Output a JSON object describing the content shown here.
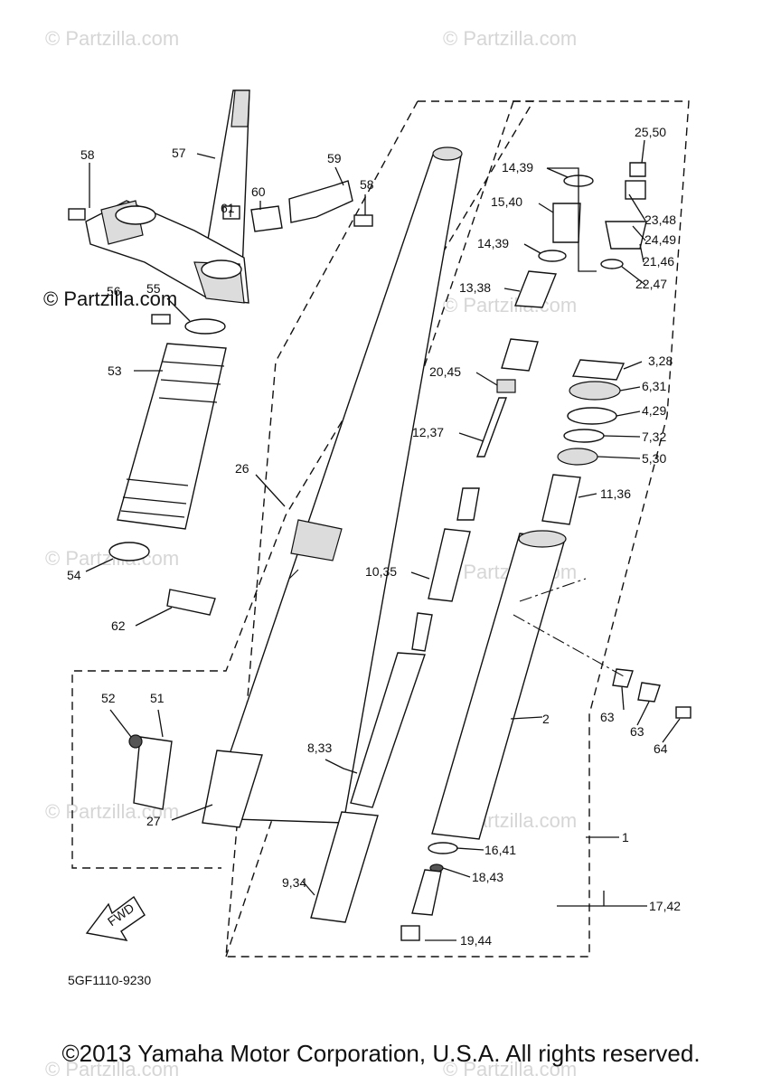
{
  "watermark": "© Partzilla.com",
  "diagram_code": "5GF1110-9230",
  "fwd_label": "FWD",
  "copyright": "©2013 Yamaha Motor Corporation, U.S.A. All rights reserved.",
  "callouts": [
    "58",
    "57",
    "59",
    "60",
    "61",
    "58",
    "56",
    "55",
    "53",
    "26",
    "54",
    "62",
    "52",
    "51",
    "27",
    "25,50",
    "14,39",
    "15,40",
    "23,48",
    "24,49",
    "21,46",
    "22,47",
    "14,39",
    "13,38",
    "3,28",
    "20,45",
    "6,31",
    "4,29",
    "12,37",
    "7,32",
    "5,30",
    "11,36",
    "10,35",
    "2",
    "63",
    "63",
    "64",
    "8,33",
    "9,34",
    "16,41",
    "18,43",
    "17,42",
    "19,44",
    "1"
  ]
}
